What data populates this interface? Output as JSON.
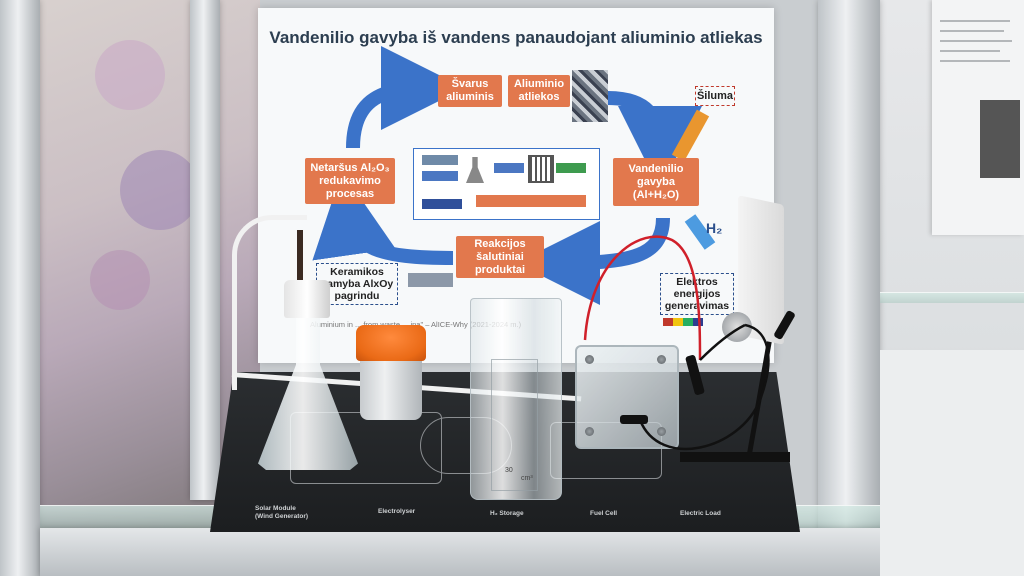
{
  "poster": {
    "title": "Vandenilio gavyba iš vandens panaudojant aliuminio atliekas",
    "box_clean_aluminium": [
      "Švarus",
      "aliuminis"
    ],
    "box_aluminium_waste": [
      "Aliuminio",
      "atliekos"
    ],
    "box_heat": "Šiluma",
    "box_hydrogen_production": [
      "Vandenilio",
      "gavyba",
      "(Al+H₂O)"
    ],
    "h2_label": "H₂",
    "box_electricity": [
      "Elektros",
      "energijos",
      "generavimas"
    ],
    "box_reaction_products": [
      "Reakcijos",
      "šalutiniai",
      "produktai"
    ],
    "box_ceramics": [
      "Keramikos",
      "gamyba AlxOy",
      "pagrindu"
    ],
    "box_reduction": [
      "Netaršus Al₂O₃",
      "redukavimo",
      "procesas"
    ],
    "footnote": "Aluminium in ...      from waste ...      ina\" – AlICE-Why  (2021-2024 m.)"
  },
  "board_labels": {
    "solar": [
      "Solar Module",
      "(Wind Generator)"
    ],
    "electrolyser": "Electrolyser",
    "storage": "H₂ Storage",
    "fuel_cell": "Fuel Cell",
    "load": "Electric Load"
  },
  "beaker": {
    "unit": "cm³",
    "mark": "30"
  },
  "colors": {
    "orange_box": "#e2784d",
    "arrow_blue": "#3b73c9",
    "jar_cap": "#ea6a16",
    "board": "#1c1e20",
    "wire_red": "#d0202a",
    "wire_black": "#111111"
  }
}
